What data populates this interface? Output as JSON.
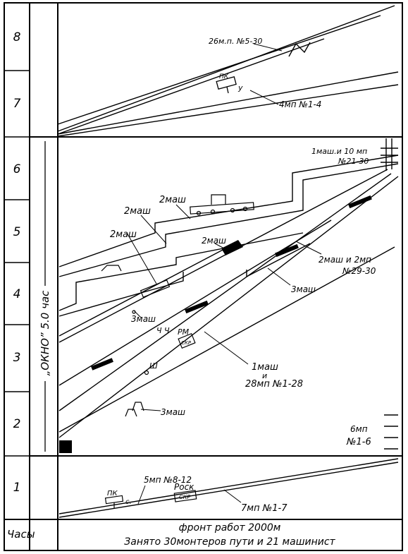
{
  "hours_column": {
    "header": "Часы",
    "rows": [
      "8",
      "7",
      "6",
      "5",
      "4",
      "3",
      "2",
      "1"
    ]
  },
  "window_label": "„ОКНО” 5.0 час",
  "labels": {
    "top_panel_upper": "26м.п. №5-30",
    "top_panel_lower": "4мп №1-4",
    "pk_top": "ПК",
    "u_mark": "у",
    "top_right": "1маш.и 10 мп",
    "top_right_sub": "№21-30",
    "mash_1": "2маш",
    "mash_2": "2маш",
    "mash_3": "2маш",
    "mash_4": "2маш",
    "mash_right": "2маш и 2мп",
    "mash_right_sub": "№29-30",
    "three_mash_a": "3маш",
    "three_mash_b": "3маш",
    "three_mash_c": "3маш",
    "one_mash": "1маш",
    "one_mash_and": "и",
    "one_mash_sub": "28мп №1-28",
    "six_mp": "6мп",
    "six_mp_sub": "№1-6",
    "rm": "РМ",
    "skr_mid": "СКР",
    "u_glyph": "Ч Ч",
    "sh_glyph": "Ш",
    "bottom_five": "5мп №8-12",
    "pk_bottom": "ПК",
    "s_mark": "с.",
    "rosk": "Роск",
    "skr_bottom": "СКР",
    "seven_mp": "7мп №1-7"
  },
  "footer": {
    "line1": "фронт работ 2000м",
    "line2": "Занято 30монтеров пути и 21 машинист"
  }
}
